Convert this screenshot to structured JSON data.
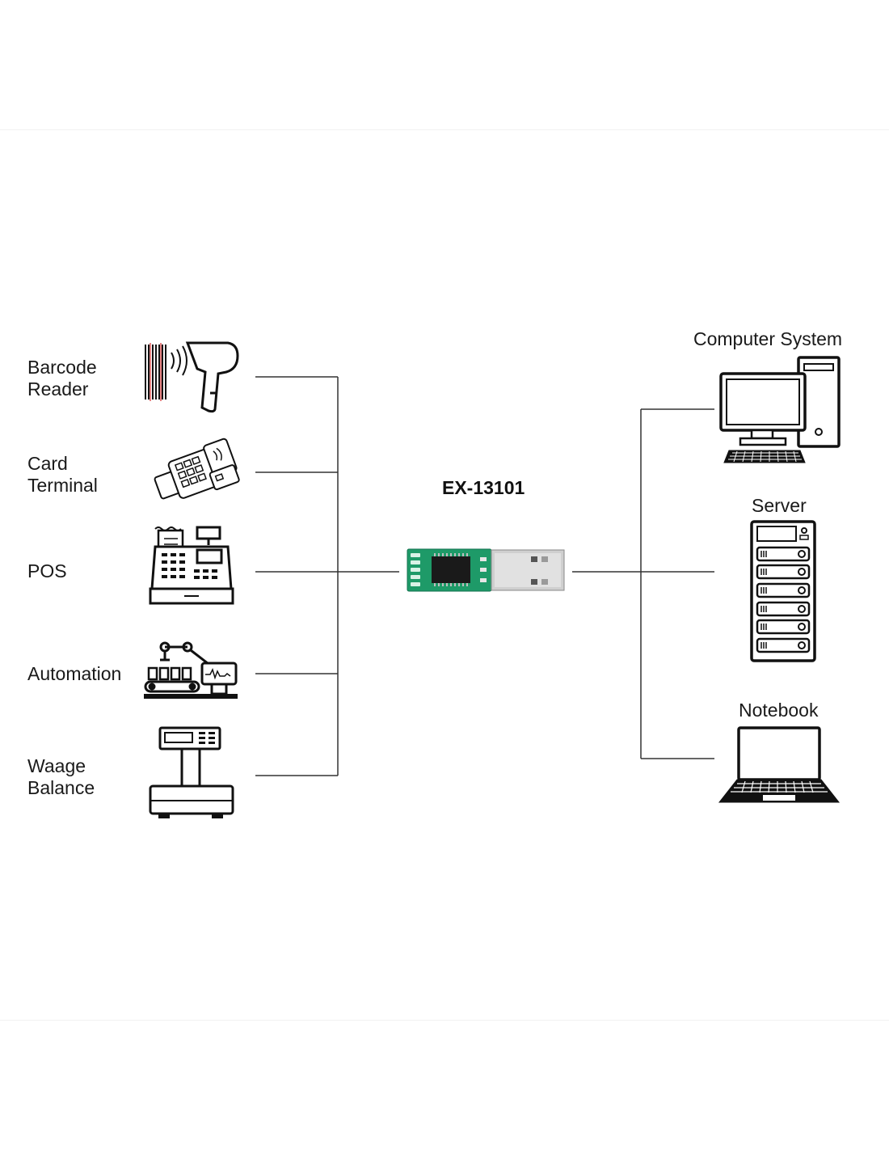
{
  "device": {
    "label": "EX-13101"
  },
  "left_devices": [
    {
      "name": "barcode-reader",
      "lines": [
        "Barcode",
        "Reader"
      ],
      "icon": "barcode-scanner-icon"
    },
    {
      "name": "card-terminal",
      "lines": [
        "Card",
        "Terminal"
      ],
      "icon": "card-terminal-icon"
    },
    {
      "name": "pos",
      "lines": [
        "POS"
      ],
      "icon": "cash-register-icon"
    },
    {
      "name": "automation",
      "lines": [
        "Automation"
      ],
      "icon": "robot-arm-conveyor-icon"
    },
    {
      "name": "waage-balance",
      "lines": [
        "Waage",
        "Balance"
      ],
      "icon": "weighing-scale-icon"
    }
  ],
  "right_devices": [
    {
      "name": "computer-system",
      "label": "Computer System",
      "icon": "desktop-computer-icon"
    },
    {
      "name": "server",
      "label": "Server",
      "icon": "server-rack-icon"
    },
    {
      "name": "notebook",
      "label": "Notebook",
      "icon": "laptop-icon"
    }
  ],
  "colors": {
    "line": "#333333",
    "pcb": "#1e9a68",
    "usb_metal": "#c8c8c8"
  }
}
